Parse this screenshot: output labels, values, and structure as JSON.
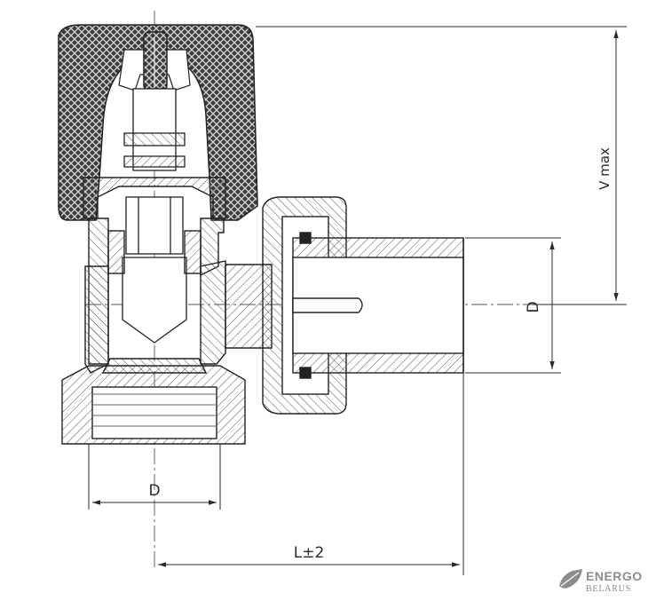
{
  "drawing": {
    "dimensions": {
      "height_label": "V max",
      "outlet_diameter_label": "D",
      "inlet_diameter_label": "D",
      "length_label": "L±2"
    }
  },
  "watermark": {
    "brand_line1": "ENERGO",
    "brand_line2": "BELARUS",
    "colors": {
      "primary": "#8c8c8c"
    }
  },
  "colors": {
    "line": "#2a2a2a",
    "knob_fill": "#3a3a3a",
    "hatch": "#555555",
    "background": "#ffffff"
  }
}
